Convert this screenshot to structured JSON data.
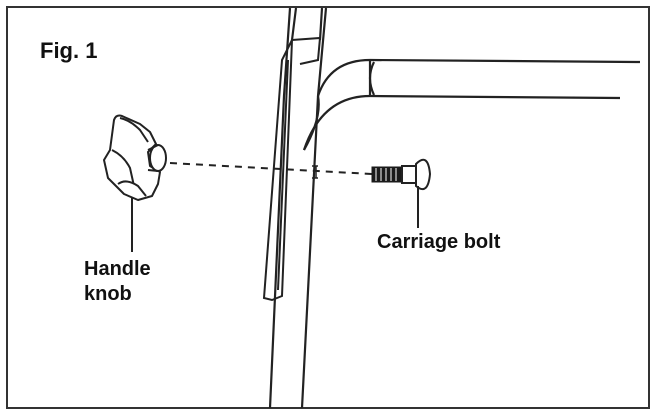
{
  "figure": {
    "title": "Fig. 1",
    "labels": {
      "handle_knob_line1": "Handle",
      "handle_knob_line2": "knob",
      "carriage_bolt": "Carriage bolt"
    }
  },
  "colors": {
    "line": "#222222",
    "background": "#ffffff",
    "border": "#333333",
    "bolt_thread": "#1a1a1a"
  }
}
